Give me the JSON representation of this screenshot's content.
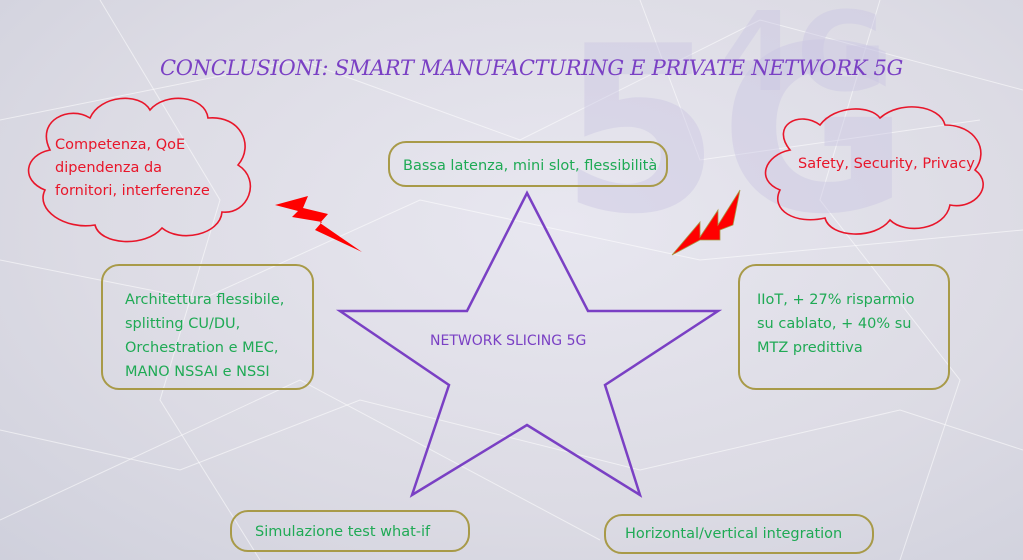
{
  "title": "CONCLUSIONI: SMART MANUFACTURING E PRIVATE NETWORK 5G",
  "center": "NETWORK SLICING 5G",
  "clouds": [
    {
      "lines": [
        "Competenza, QoE",
        "dipendenza da",
        "fornitori, interferenze"
      ]
    },
    {
      "lines": [
        "Safety, Security, Privacy"
      ]
    }
  ],
  "boxes": {
    "top": "Bassa latenza, mini slot, flessibilità",
    "left": [
      "Architettura flessibile,",
      "splitting  CU/DU,",
      "Orchestration e MEC,",
      "MANO NSSAI e NSSI"
    ],
    "right": [
      "IIoT, + 27% risparmio",
      "su cablato, + 40% su",
      "MTZ predittiva"
    ],
    "bottom_left": "Simulazione test what-if",
    "bottom_right": "Horizontal/vertical integration"
  },
  "colors": {
    "accent": "#7a40c4",
    "green": "#1faa55",
    "red": "#e8162a",
    "border": "#a89a48"
  }
}
